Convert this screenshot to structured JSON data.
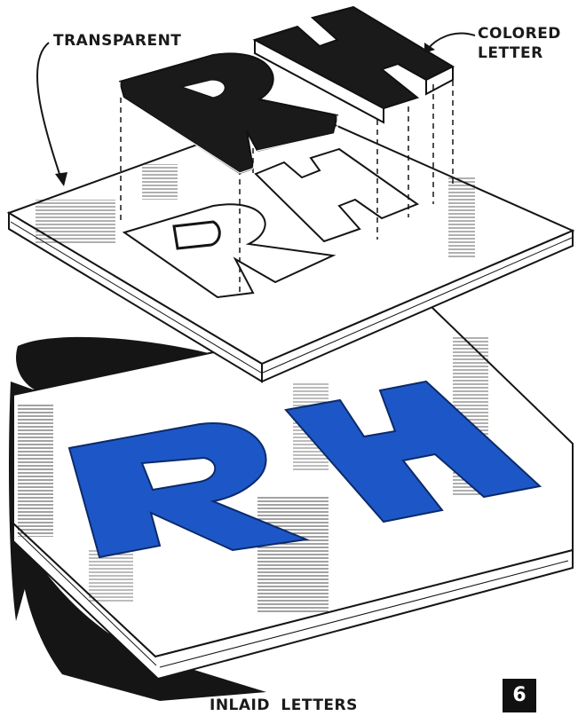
{
  "labels": {
    "transparent": "TRANSPARENT",
    "colored_line1": "COLORED",
    "colored_line2": "LETTER",
    "inlaid": "INLAID LETTERS",
    "figure_number": "6"
  },
  "colors": {
    "ink": "#151515",
    "inlay_blue": "#1d57c7",
    "paper": "#ffffff"
  }
}
